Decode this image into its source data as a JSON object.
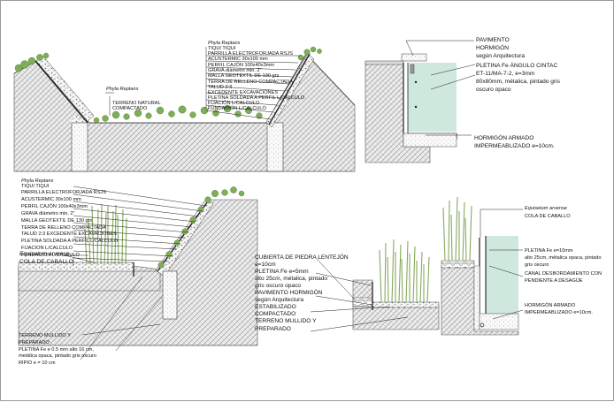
{
  "colors": {
    "soil_hatch": "#8a8a8a",
    "soil_bg": "#e9e9e9",
    "water": "#cfe8de",
    "plant_green": "#7eae57",
    "reed_green": "#86a95e",
    "gravel": "#7a7a7a",
    "line": "#222222"
  },
  "icons": {
    "plant": "shrub-icon",
    "reed": "reed-icon",
    "gravel": "gravel-dots"
  },
  "sec1": {
    "species_left": "Phyla Reptans",
    "labels_right": [
      "Phyla Reptans",
      "TIQUI TIQUI",
      "PARRILLA ELECTROFORJADA RSJS",
      "ACUSTERMIC 30x100 mm",
      "PERFIL CAJÓN 100x40x3mm",
      "GRAVA diámetro min. 2\"",
      "MALLA GEOTEXTIL DE 130 grs",
      "TERRA DE RELLENO COMPACTADA",
      "TALUD 2:3",
      "EXCEDENTE EXCAVACIONES",
      "PLETINA SOLDADA A PERFIL L/CALCULO",
      "FIJACIÓN L/CALCULO",
      "FUNDACIÓN L/CALCULO"
    ],
    "labels_mid": [
      "TERRENO NATURAL",
      "COMPACTADO"
    ]
  },
  "sec2": {
    "labels_top": [
      "PAVIMENTO",
      "HORMIGÓN",
      "según Arquitectura"
    ],
    "labels_mid": [
      "PLETINA Fe ÁNGULO CINTAC",
      "ET-11/MA-7-2, e=3mm",
      "80x80mm, métalica, pintado gris",
      "oscuro opaco"
    ],
    "labels_bottom": [
      "HORMIGÓN ARMADO",
      "IMPERMEABLIZADO e=10cm."
    ]
  },
  "sec3": {
    "labels_left": [
      "Phyla Reptans",
      "TIQUI TIQUI",
      "PARRILLA ELECTROFORJADA RSJS",
      "ACUSTERMIC 30x100 mm",
      "PERFIL CAJÓN 100x40x3mm",
      "GRAVA diámetro min. 2\"",
      "MALLA GEOTEXTIL DE 130 grs",
      "TERRA DE RELLENO COMPACTADA",
      "TALUD 2:3 EXCEDENTE EXCAVACIONES",
      "PLETINA SOLDADA A PERFIL L/CALCULO",
      "FIJACION L/CALCULO",
      "FUNDACION L/CALCULO"
    ],
    "species": [
      "Equisetum arvense",
      "COLA DE CABALLO"
    ],
    "labels_bottom": [
      "TERRENO MULLIDO Y",
      "PREPARADO",
      "PLETINA Fe e 0.5 mm alto 16 cm,",
      "metálica opaca, pintado gris oscuro",
      "RIPIO e = 10 cm"
    ]
  },
  "sec4": {
    "labels": [
      "CUBIERTA DE PIEDRA LENTEJÓN",
      "e=10cm",
      "PLETINA  Fe e=5mm",
      "alto 25cm, métalica, pintado",
      "gris oscuro opaco",
      "PAVIMENTO HORMIGÓN",
      "según Arquitectura",
      "ESTABILIZADO",
      "COMPACTADO",
      "TERRENO  MULLIDO Y",
      "PREPARADO"
    ]
  },
  "sec5": {
    "labels_top": [
      "Equisetum arvense",
      "COLA DE CABALLO"
    ],
    "labels_mid": [
      "PLETINA Fe e=10mm",
      "alto 25cm, métalica opaca, pintado",
      "gris oscuro",
      "CANAL DESBORDAMIENTO CON",
      "PENDIENTE A DESAGÜE"
    ],
    "labels_bottom": [
      "HORMIGÓN ARMADO",
      "IMPERMEABLIZADO e=10cm."
    ]
  }
}
